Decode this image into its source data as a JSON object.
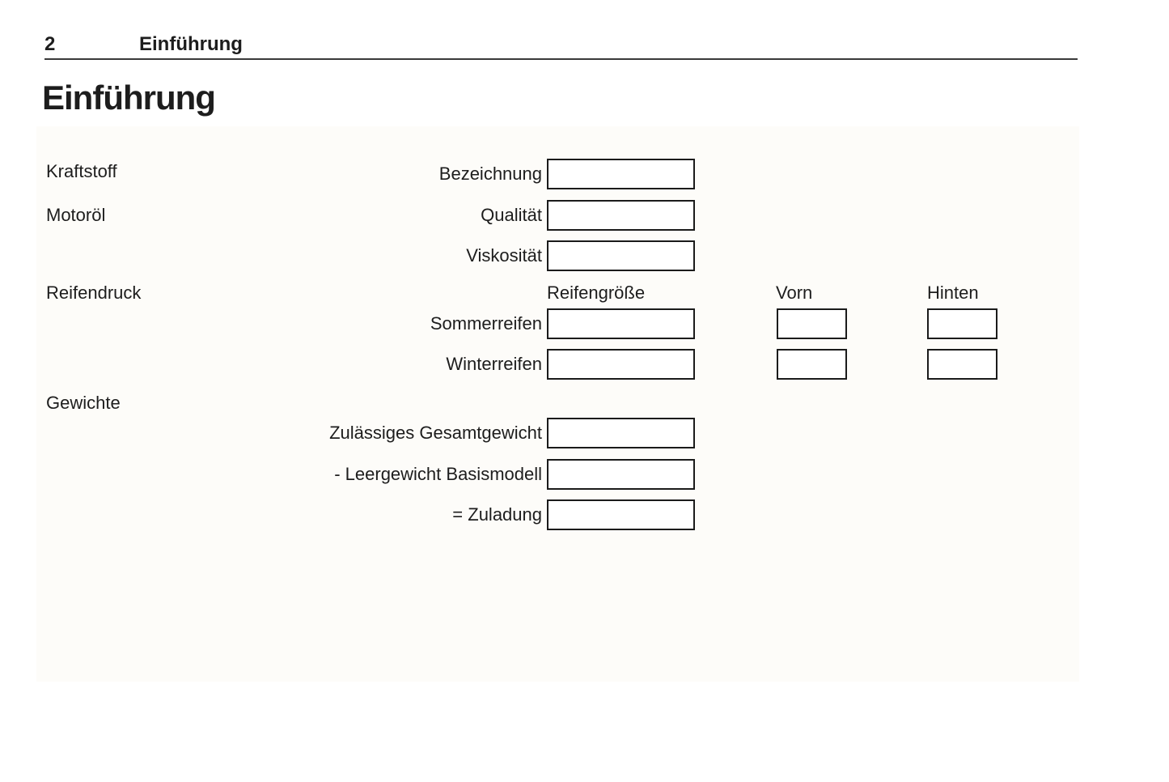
{
  "header": {
    "page_number": "2",
    "chapter_title": "Einführung"
  },
  "page_title": "Einführung",
  "form": {
    "kraftstoff_label": "Kraftstoff",
    "motoroel_label": "Motoröl",
    "reifendruck_label": "Reifendruck",
    "gewichte_label": "Gewichte",
    "fuel_oil_fields": [
      {
        "label": "Bezeichnung",
        "value": ""
      },
      {
        "label": "Qualität",
        "value": ""
      },
      {
        "label": "Viskosität",
        "value": ""
      }
    ],
    "tire_columns": [
      "Reifengröße",
      "Vorn",
      "Hinten"
    ],
    "tire_rows": [
      {
        "label": "Sommerreifen",
        "reifengroesse": "",
        "vorn": "",
        "hinten": ""
      },
      {
        "label": "Winterreifen",
        "reifengroesse": "",
        "vorn": "",
        "hinten": ""
      }
    ],
    "weight_fields": [
      {
        "label": "Zulässiges Gesamtgewicht",
        "value": ""
      },
      {
        "label": "- Leergewicht Basismodell",
        "value": ""
      },
      {
        "label": "= Zuladung",
        "value": ""
      }
    ]
  },
  "colors": {
    "text": "#1d1d1d",
    "panel_background": "#fdfcf9",
    "box_border": "#1b1b1b",
    "rule": "#3a3a3a"
  }
}
